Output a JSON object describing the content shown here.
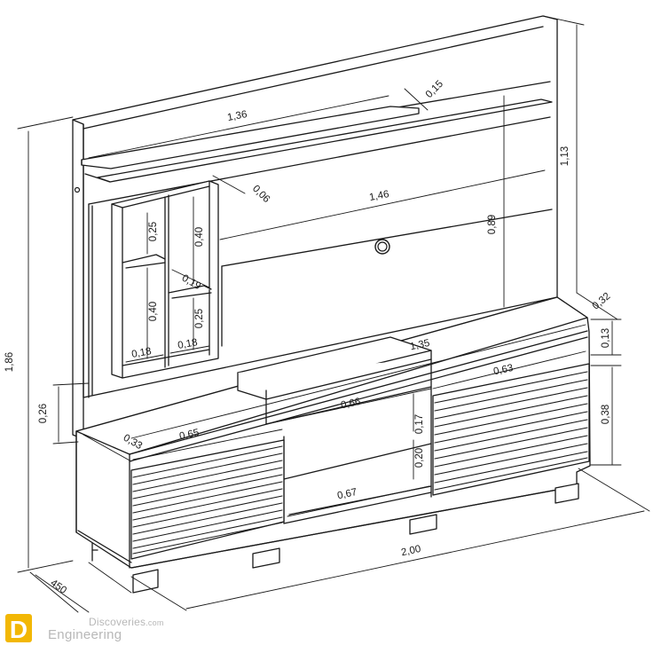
{
  "drawing": {
    "dimensions": {
      "total_height": "1,86",
      "panel_height": "1,13",
      "top_shelf_width": "1,36",
      "top_shelf_depth": "0,15",
      "panel_width": "1,46",
      "shelf_gap": "0,06",
      "tv_area_height": "0,89",
      "cubby_upper_left": "0,25",
      "cubby_upper_right": "0,40",
      "cubby_middle": "0,19",
      "cubby_lower_left": "0,40",
      "cubby_lower_right": "0,25",
      "cubby_width_left": "0,18",
      "cubby_width_right": "0,18",
      "rack_depth": "0,32",
      "rack_top_thickness": "0,13",
      "rack_top_width": "1,35",
      "right_door_width": "0,63",
      "drawer_width": "0,66",
      "drawer_height": "0,17",
      "niche_height": "0,20",
      "left_width": "0,65",
      "left_depth": "0,33",
      "wall_gap": "0,26",
      "right_height": "0,38",
      "bottom_niche_width": "0,67",
      "total_width": "2,00",
      "base_depth": "450"
    }
  },
  "branding": {
    "logo_letter": "D",
    "site": "Discoveries",
    "site_suffix": ".com",
    "name": "Engineering",
    "logo_color": "#f2b705",
    "logo_text_color": "#b8b8b8"
  }
}
